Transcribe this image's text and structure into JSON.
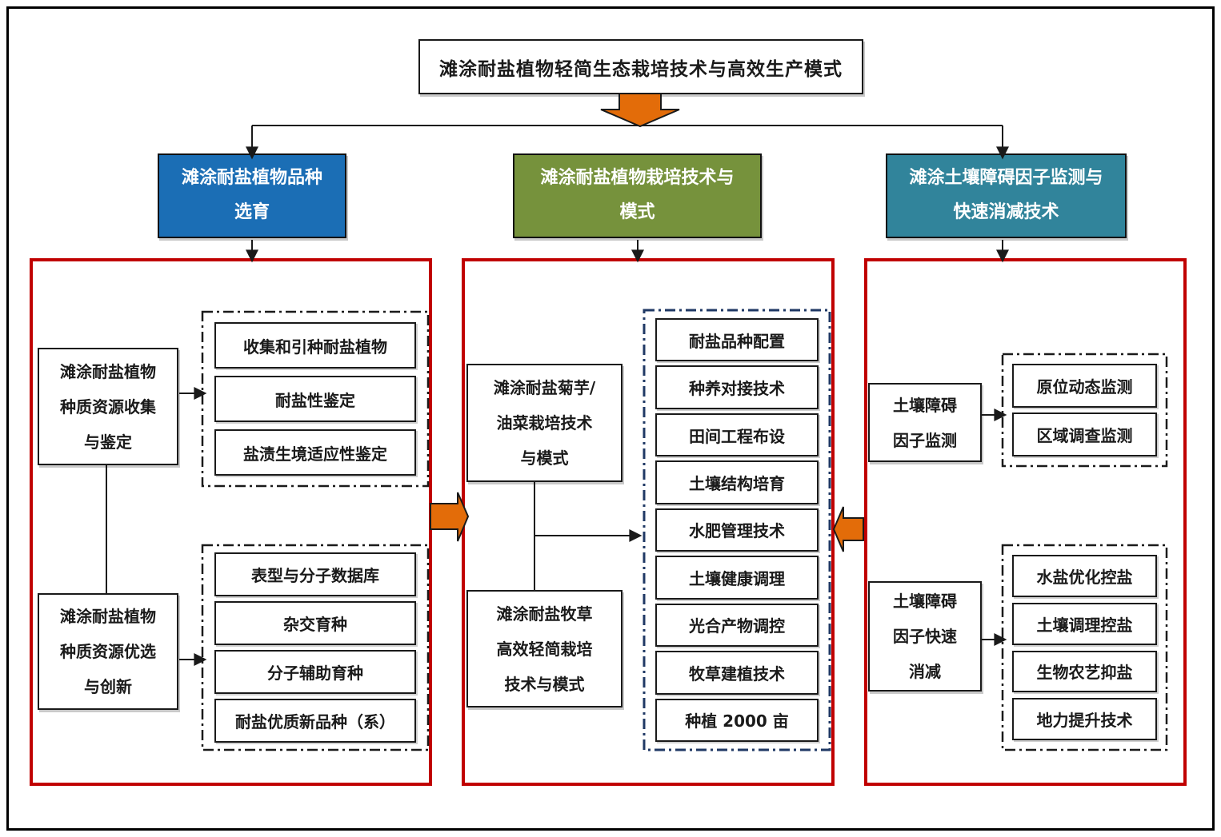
{
  "title": "滩涂耐盐植物轻简生态栽培技术与高效生产模式",
  "headers": {
    "breeding": "滩涂耐盐植物品种\n选育",
    "cultivation": "滩涂耐盐植物栽培技术与\n模式",
    "soil": "滩涂土壤障碍因子监测与\n快速消减技术"
  },
  "left_panel": {
    "collection_box": "滩涂耐盐植物\n种质资源收集\n与鉴定",
    "selection_box": "滩涂耐盐植物\n种质资源优选\n与创新",
    "collection_items": [
      "收集和引种耐盐植物",
      "耐盐性鉴定",
      "盐渍生境适应性鉴定"
    ],
    "selection_items": [
      "表型与分子数据库",
      "杂交育种",
      "分子辅助育种",
      "耐盐优质新品种（系）"
    ]
  },
  "middle_panel": {
    "artichoke_box": "滩涂耐盐菊芋/\n油菜栽培技术\n与模式",
    "forage_box": "滩涂耐盐牧草\n高效轻简栽培\n技术与模式",
    "technique_items": [
      "耐盐品种配置",
      "种养对接技术",
      "田间工程布设",
      "土壤结构培育",
      "水肥管理技术",
      "土壤健康调理",
      "光合产物调控",
      "牧草建植技术",
      "种植 2000 亩"
    ]
  },
  "right_panel": {
    "monitoring_box": "土壤障碍\n因子监测",
    "reduction_box": "土壤障碍\n因子快速\n消减",
    "monitoring_items": [
      "原位动态监测",
      "区域调查监测"
    ],
    "reduction_items": [
      "水盐优化控盐",
      "土壤调理控盐",
      "生物农艺抑盐",
      "地力提升技术"
    ]
  },
  "colors": {
    "breeding_header": "#1B6EB5",
    "cultivation_header": "#76923C",
    "soil_header": "#31849B",
    "arrow_orange": "#E36C09",
    "panel_border_red": "#C00000",
    "middle_dash_navy": "#1F3864"
  }
}
